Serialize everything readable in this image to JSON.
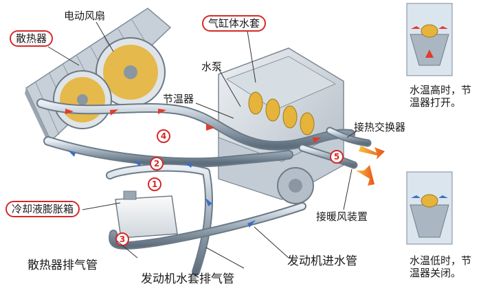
{
  "labels": {
    "radiator": "散热器",
    "fan": "电动风扇",
    "water_jacket": "气缸体水套",
    "pump": "水泵",
    "thermostat": "节温器",
    "heat_exchanger": "接热交换器",
    "expansion_tank": "冷却液膨胀箱",
    "heater": "接暖风装置",
    "radiator_outlet": "散热器排气管",
    "jacket_outlet": "发动机水套排气管",
    "engine_inlet": "发动机进水管"
  },
  "captions": {
    "hot": [
      "水温高时，节",
      "温器打开。"
    ],
    "cold": [
      "水温低时，节",
      "温器关闭。"
    ]
  },
  "markers": [
    "1",
    "2",
    "3",
    "4",
    "5"
  ],
  "colors": {
    "highlight": "#d62828",
    "hot_flow": "#e23a2a",
    "cold_flow": "#3b6fc4",
    "pipe": "#a9b6c2",
    "fan": "#e6b43a",
    "heat_arrow": "#f08a1c"
  }
}
